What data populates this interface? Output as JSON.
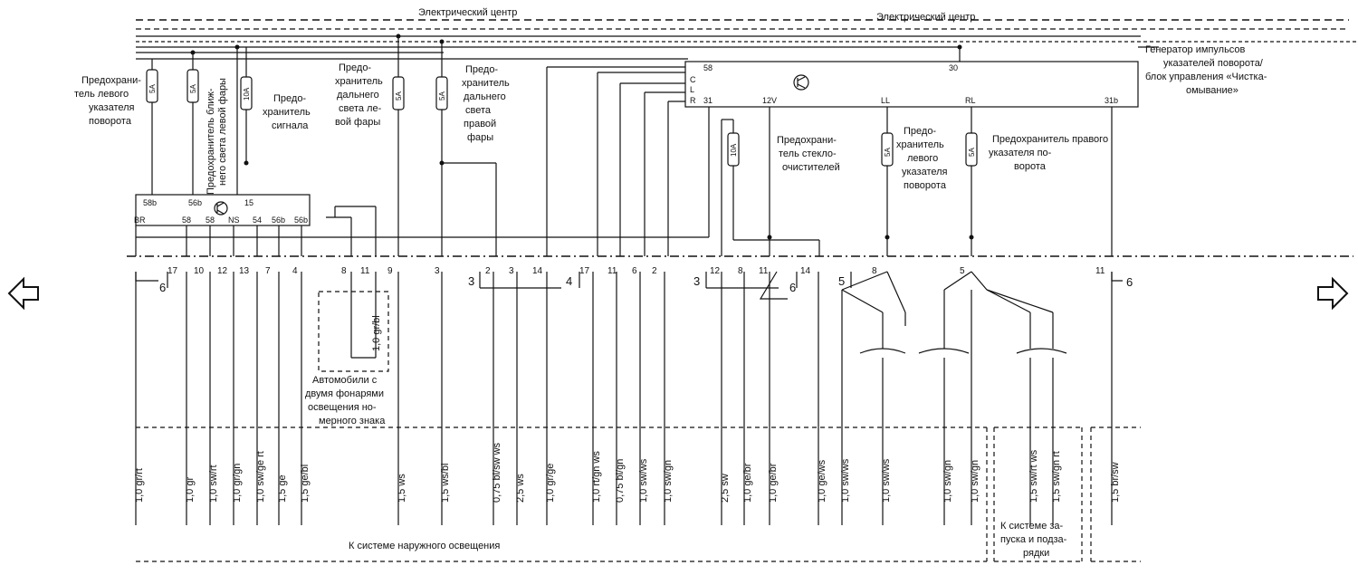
{
  "header": {
    "center_left": "Электрический центр",
    "center_right": "Электрический центр"
  },
  "components": {
    "generator": [
      "Генератор импульсов",
      "указателей поворота/",
      "блок управления «Чистка-",
      "омывание»"
    ],
    "generator_pins": [
      "58",
      "30",
      "C",
      "L",
      "R",
      "31",
      "12V",
      "LL",
      "RL",
      "31b"
    ],
    "relay_pins_top": [
      "58b",
      "56b",
      "15"
    ],
    "relay_pins_bottom": [
      "BR",
      "58",
      "58",
      "NS",
      "54",
      "56b",
      "56b"
    ]
  },
  "fuses": [
    {
      "rating": "5A",
      "label": [
        "Предохрани-",
        "тель левого",
        "указателя",
        "поворота"
      ]
    },
    {
      "rating": "5A",
      "label": [
        "Предохранитель ближ-",
        "него света левой фары"
      ]
    },
    {
      "rating": "10A",
      "label": [
        "Предо-",
        "хранитель",
        "сигнала"
      ]
    },
    {
      "rating": "5A",
      "label": [
        "Предо-",
        "хранитель",
        "дальнего",
        "света ле-",
        "вой фары"
      ]
    },
    {
      "rating": "5A",
      "label": [
        "Предо-",
        "хранитель",
        "дальнего",
        "света",
        "правой",
        "фары"
      ]
    },
    {
      "rating": "10A",
      "label": [
        "Предохрани-",
        "тель стекло-",
        "очистителей"
      ]
    },
    {
      "rating": "5A",
      "label": [
        "Предо-",
        "хранитель",
        "левого",
        "указателя",
        "поворота"
      ]
    },
    {
      "rating": "5A",
      "label": [
        "Предохранитель правого",
        "указателя по-",
        "ворота"
      ]
    }
  ],
  "connectors": {
    "pins_a": [
      "17",
      "10",
      "12",
      "13",
      "7",
      "4",
      "8",
      "11",
      "9",
      "3"
    ],
    "pins_b": [
      "2",
      "3",
      "14",
      "17",
      "11",
      "6",
      "2",
      "12",
      "8",
      "11",
      "14",
      "8",
      "5",
      "11"
    ],
    "groups": [
      "6",
      "3",
      "4",
      "3",
      "6",
      "5",
      "6"
    ]
  },
  "wires": [
    "1,0 gr/rt",
    "1,0 gr",
    "1,0 sw/rt",
    "1,0 gr/gn",
    "1,0 sw/ge rt",
    "1,5 ge",
    "1,5 ge/bl",
    "1,5 ws",
    "1,5 ws/bl",
    "0,75 bl/sw ws",
    "2,5 ws",
    "1,0 gr/ge",
    "1,0 rt/gn ws",
    "0,75 bl/gn",
    "1,0 sw/ws",
    "1,0 sw/gn",
    "2,5 sw",
    "1,0 ge/br",
    "1,0 ge/br",
    "1,0 ge/ws",
    "1,0 sw/ws",
    "1,0 sw/ws",
    "1,0 sw/gn",
    "1,0 sw/gn",
    "1,5 sw/rt ws",
    "1,5 sw/gn rt",
    "1,5 br/sw"
  ],
  "option_box": {
    "wire": "1,0 gr/bl",
    "caption": [
      "Автомобили с",
      "двумя фонарями",
      "освещения но-",
      "мерного знака"
    ]
  },
  "footer": {
    "exterior": "К системе наружного освещения",
    "starting": [
      "К системе за-",
      "пуска и подза-",
      "рядки"
    ]
  },
  "nav": {
    "left": "arrow-left-icon",
    "right": "arrow-right-icon"
  }
}
